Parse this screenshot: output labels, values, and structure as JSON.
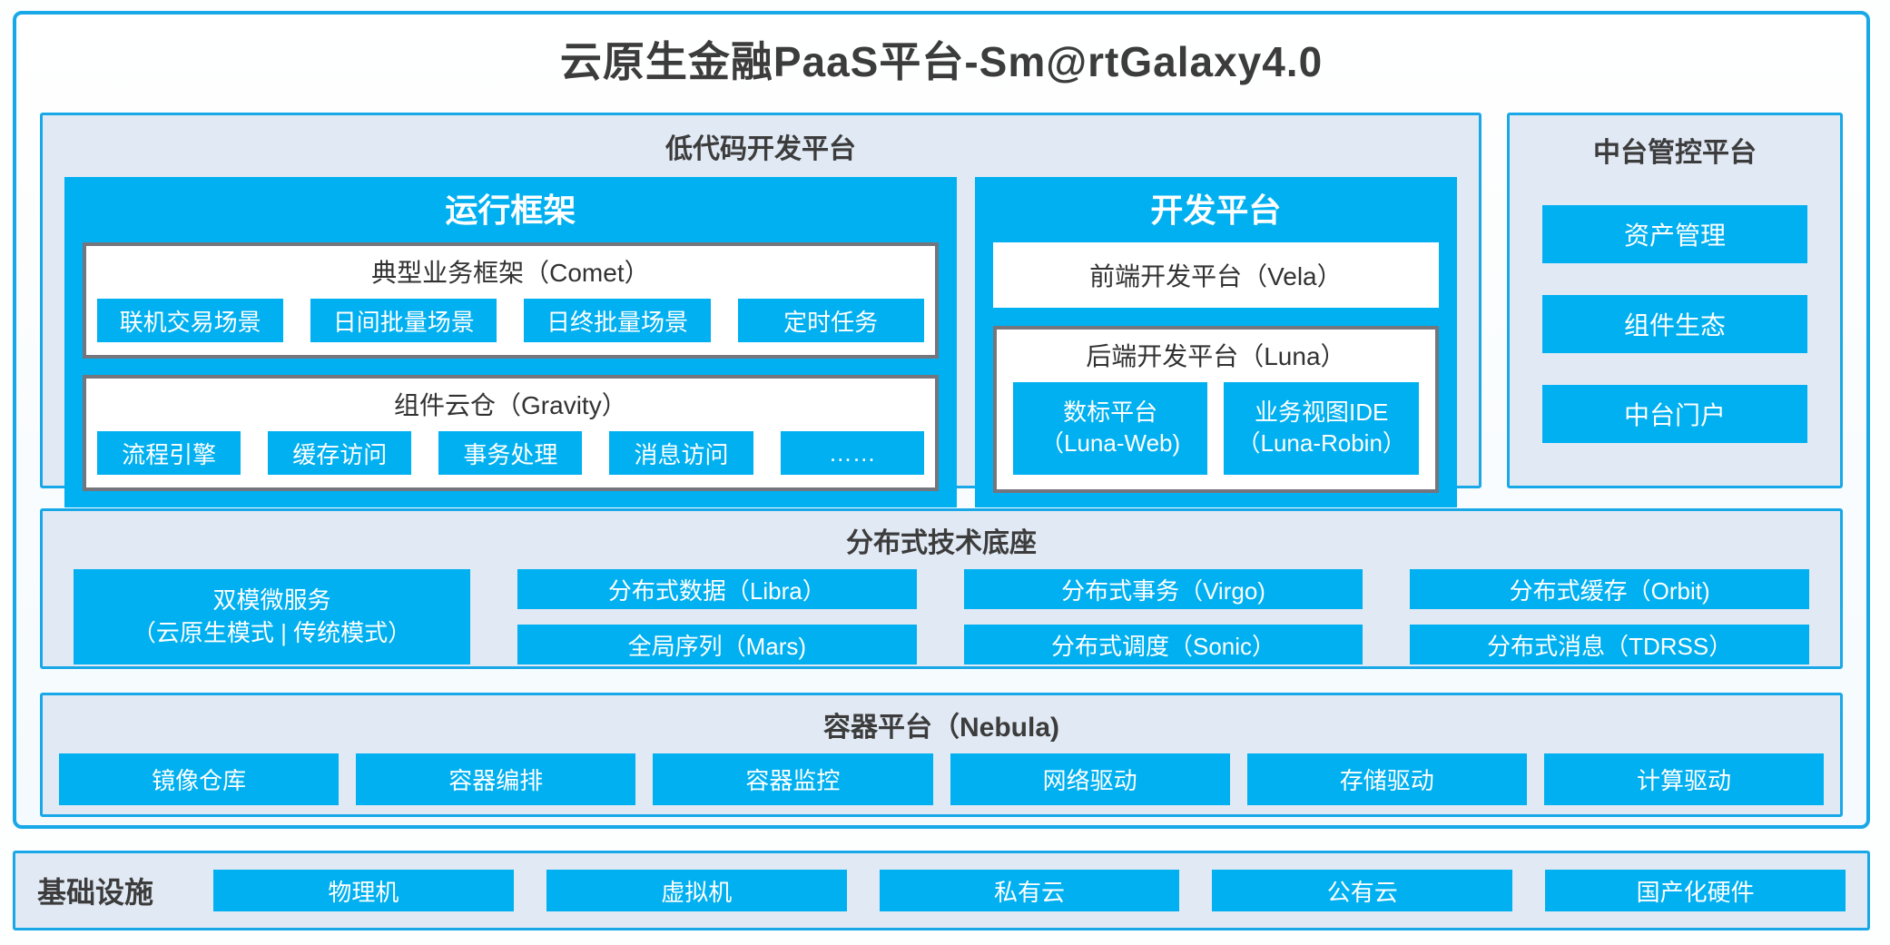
{
  "colors": {
    "accent_blue": "#00b0f0",
    "border_blue": "#18a8e8",
    "panel_bg": "#e1e9f4",
    "gray_border": "#75757e",
    "dark_text": "#3c3c3c"
  },
  "title": "云原生金融PaaS平台-Sm@rtGalaxy4.0",
  "low_code": {
    "title": "低代码开发平台",
    "runtime": {
      "title": "运行框架",
      "comet": {
        "title": "典型业务框架（Comet）",
        "items": [
          "联机交易场景",
          "日间批量场景",
          "日终批量场景",
          "定时任务"
        ]
      },
      "gravity": {
        "title": "组件云仓（Gravity）",
        "items": [
          "流程引擎",
          "缓存访问",
          "事务处理",
          "消息访问",
          "……"
        ]
      }
    },
    "dev": {
      "title": "开发平台",
      "vela": "前端开发平台（Vela）",
      "luna": {
        "title": "后端开发平台（Luna）",
        "items": [
          {
            "line1": "数标平台",
            "line2": "（Luna-Web)"
          },
          {
            "line1": "业务视图IDE",
            "line2": "（Luna-Robin）"
          }
        ]
      }
    }
  },
  "midplatform": {
    "title": "中台管控平台",
    "items": [
      "资产管理",
      "组件生态",
      "中台门户"
    ]
  },
  "distributed": {
    "title": "分布式技术底座",
    "dual_mode": {
      "line1": "双模微服务",
      "line2": "（云原生模式 | 传统模式）"
    },
    "columns": [
      [
        "分布式数据（Libra）",
        "全局序列（Mars)"
      ],
      [
        "分布式事务（Virgo)",
        "分布式调度（Sonic）"
      ],
      [
        "分布式缓存（Orbit)",
        "分布式消息（TDRSS）"
      ]
    ]
  },
  "container_platform": {
    "title": "容器平台（Nebula)",
    "items": [
      "镜像仓库",
      "容器编排",
      "容器监控",
      "网络驱动",
      "存储驱动",
      "计算驱动"
    ]
  },
  "infrastructure": {
    "title": "基础设施",
    "items": [
      "物理机",
      "虚拟机",
      "私有云",
      "公有云",
      "国产化硬件"
    ]
  }
}
